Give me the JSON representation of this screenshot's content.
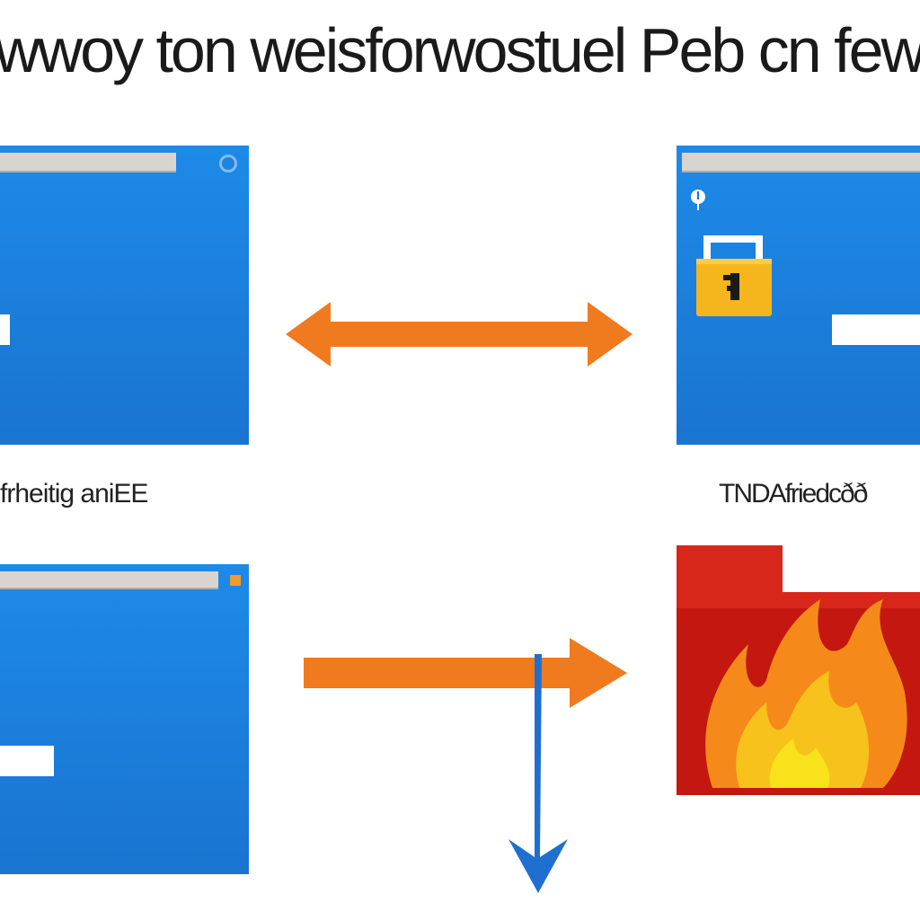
{
  "title": "wwoy ton weisforwostuel Peb cn fewe",
  "labels": {
    "left": "frheitig aniEE",
    "right": "TNDAfriedcðð"
  },
  "icons": {
    "top_left_window_button": "circle-button-icon",
    "top_right_window_marker": "pin-icon",
    "lock": "padlock-icon",
    "bottom_left_window_button": "square-button-icon",
    "firewall": "fire-icon"
  },
  "colors": {
    "window_blue": "#1d8ae8",
    "arrow_orange": "#f07a1e",
    "arrow_blue": "#1f6fd0",
    "lock_gold": "#f5b51c",
    "firewall_red": "#c3170f",
    "flame_orange": "#f58a1a",
    "flame_yellow": "#f8e21c"
  }
}
